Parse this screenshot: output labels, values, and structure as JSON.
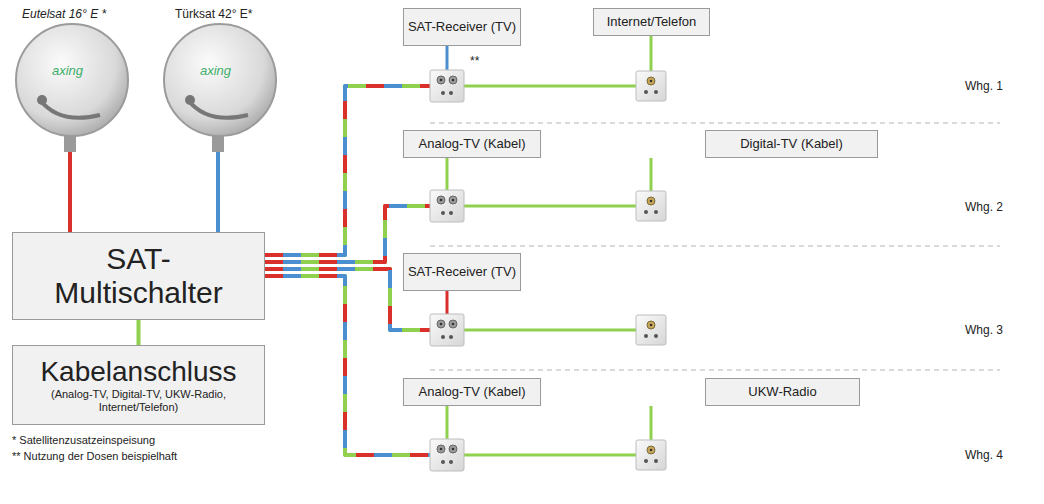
{
  "diagram": {
    "nodes": [
      {
        "text": [
          "SAT- Multischalter"
        ]
      },
      {
        "text": [
          "Kabelanschluss",
          "(Analog-TV, Digital-TV, UKW-Radio, Internet/Telefon)"
        ]
      },
      {
        "text": [
          "SAT-Receiver (TV)"
        ]
      },
      {
        "text": [
          "Internet/Telefon"
        ]
      },
      {
        "text": [
          "Analog-TV (Kabel)"
        ]
      },
      {
        "text": [
          "Digital-TV (Kabel)"
        ]
      },
      {
        "text": [
          "SAT-Receiver (TV)"
        ]
      },
      {
        "text": [
          "Analog-TV (Kabel)"
        ]
      },
      {
        "text": [
          "UKW-Radio"
        ]
      }
    ],
    "edges": [
      {
        "from": 1,
        "to": 0,
        "arrow": "none"
      }
    ],
    "labels": [
      "Eutelsat 16° E *",
      "Türksat 42° E*",
      "axing",
      "axing",
      "**",
      "Whg. 1",
      "Whg. 2",
      "Whg. 3",
      "Whg. 4",
      "* Satellitenzusatzeinspeisung",
      "** Nutzung der Dosen beispielhaft"
    ]
  }
}
